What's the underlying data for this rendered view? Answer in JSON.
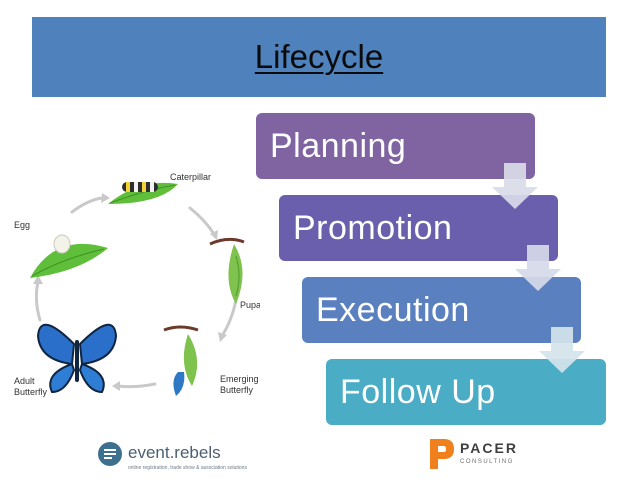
{
  "slide": {
    "title": "Lifecycle",
    "steps": [
      "Planning",
      "Promotion",
      "Execution",
      "Follow Up"
    ]
  },
  "cycle_labels": {
    "egg": "Egg",
    "caterpillar": "Caterpillar",
    "pupa": "Pupa",
    "emerging": [
      "Emerging",
      "Butterfly"
    ],
    "adult": [
      "Adult",
      "Butterfly"
    ]
  },
  "logos": {
    "left_name": "event.rebels",
    "left_tagline": "online registration, trade show & association solutions",
    "right_name": "PACER",
    "right_sub": "CONSULTING"
  },
  "colors": {
    "title_band": "#4f81bd",
    "planning": "#8064a2",
    "promotion": "#6a5fad",
    "execution": "#5b80c0",
    "follow_up": "#4bacc6"
  }
}
